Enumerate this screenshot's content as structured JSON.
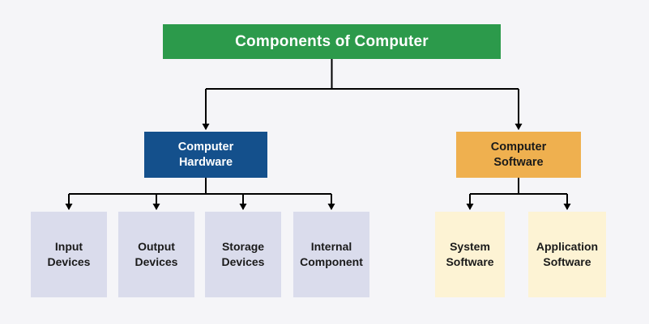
{
  "diagram": {
    "type": "tree",
    "title": "Components of Computer",
    "colors": {
      "background": "#f5f5f8",
      "root_box": "#2c9a4b",
      "hardware_box": "#14508c",
      "software_box": "#efb04f",
      "hardware_leaf_box": "#dadcec",
      "software_leaf_box": "#fdf3d4",
      "root_text": "#ffffff",
      "hardware_text": "#ffffff",
      "dark_text": "#1a1a1a",
      "connector": "#000000"
    },
    "root": {
      "label": "Components of Computer"
    },
    "branches": [
      {
        "id": "computer-hardware",
        "lines": [
          "Computer",
          "Hardware"
        ]
      },
      {
        "id": "computer-software",
        "lines": [
          "Computer",
          "Software"
        ]
      }
    ],
    "hardware_children": [
      {
        "lines": [
          "Input",
          "Devices"
        ]
      },
      {
        "lines": [
          "Output",
          "Devices"
        ]
      },
      {
        "lines": [
          "Storage",
          "Devices"
        ]
      },
      {
        "lines": [
          "Internal",
          "Component"
        ]
      }
    ],
    "software_children": [
      {
        "lines": [
          "System",
          "Software"
        ]
      },
      {
        "lines": [
          "Application",
          "Software"
        ]
      }
    ]
  }
}
